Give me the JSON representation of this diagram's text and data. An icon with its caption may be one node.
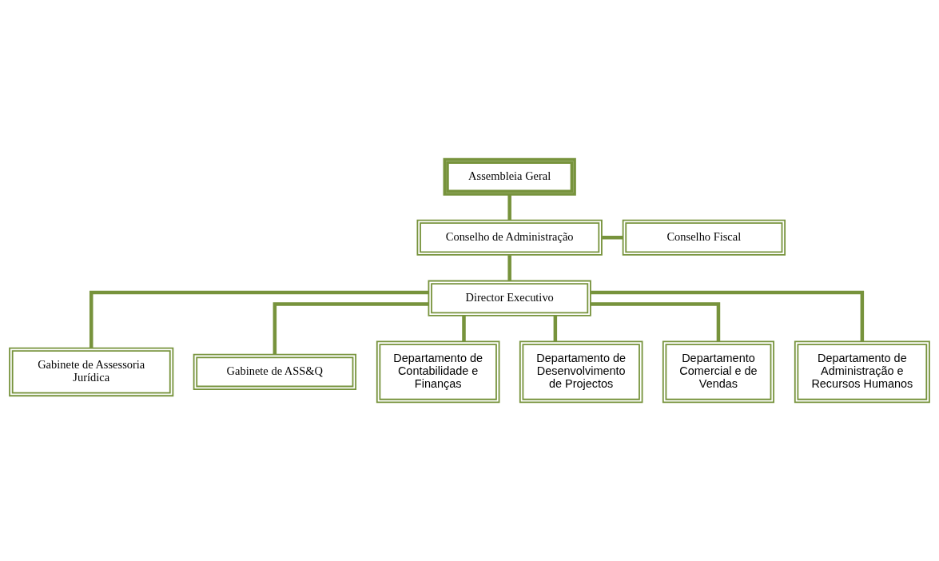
{
  "diagram": {
    "nodes": [
      {
        "text": [
          "Assembleia Geral"
        ]
      },
      {
        "text": [
          "Conselho de Administração"
        ]
      },
      {
        "text": [
          "Conselho Fiscal"
        ]
      },
      {
        "text": [
          "Director Executivo"
        ]
      },
      {
        "text": [
          "Gabinete de Assessoria Jurídica"
        ]
      },
      {
        "text": [
          "Gabinete de ASS&Q"
        ]
      },
      {
        "text": [
          "Departamento de Contabilidade e Finanças"
        ]
      },
      {
        "text": [
          "Departamento de Desenvolvimento de Projectos"
        ]
      },
      {
        "text": [
          "Departamento Comercial e de Vendas"
        ]
      },
      {
        "text": [
          "Departamento de Administração e Recursos Humanos"
        ]
      }
    ],
    "edges": [
      {
        "from": 0,
        "to": 1,
        "arrow": "none"
      },
      {
        "from": 1,
        "to": 2,
        "arrow": "none"
      },
      {
        "from": 1,
        "to": 3,
        "arrow": "none"
      },
      {
        "from": 3,
        "to": 4,
        "arrow": "none"
      },
      {
        "from": 3,
        "to": 5,
        "arrow": "none"
      },
      {
        "from": 3,
        "to": 6,
        "arrow": "none"
      },
      {
        "from": 3,
        "to": 7,
        "arrow": "none"
      },
      {
        "from": 3,
        "to": 8,
        "arrow": "none"
      },
      {
        "from": 3,
        "to": 9,
        "arrow": "none"
      }
    ]
  }
}
